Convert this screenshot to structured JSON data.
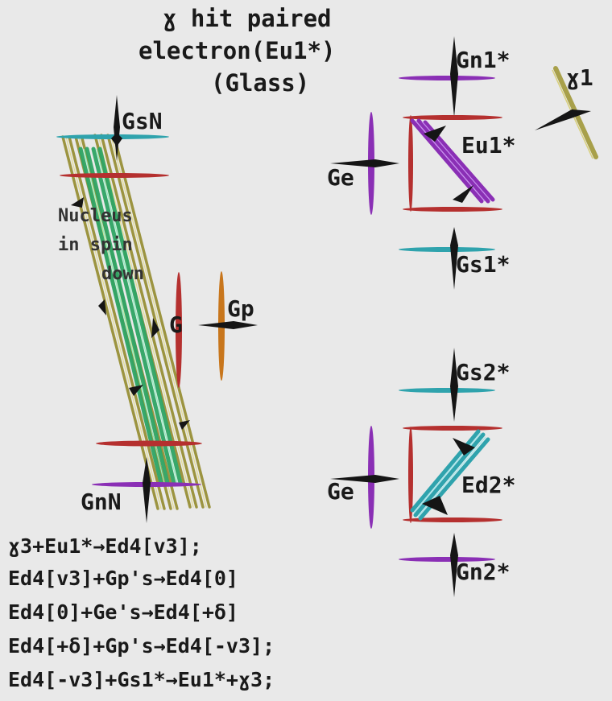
{
  "title": {
    "line1": "ɣ hit paired",
    "line2": "electron(Eu1*)",
    "line3": "(Glass)"
  },
  "labels": {
    "gsn": "GsN",
    "nucleus_line1": "Nucleus",
    "nucleus_line2": "in spin",
    "nucleus_line3": "down",
    "g": "G",
    "gp": "Gp",
    "gnn": "GnN",
    "gn1": "Gn1*",
    "gamma1": "ɣ1",
    "eu1": "Eu1*",
    "ge_top": "Ge",
    "gs1": "Gs1*",
    "gs2": "Gs2*",
    "ge_bottom": "Ge",
    "ed2": "Ed2*",
    "gn2": "Gn2*"
  },
  "equations": [
    "ɣ3+Eu1*→Ed4[v3];",
    "Ed4[v3]+Gp's→Ed4[0]",
    "Ed4[0]+Ge's→Ed4[+δ]",
    "Ed4[+δ]+Gp's→Ed4[-v3];",
    "Ed4[-v3]+Gs1*→Eu1*+ɣ3;"
  ],
  "colors": {
    "background": "#e9e9e9",
    "red": "#b5302f",
    "purple": "#8a2fb5",
    "teal": "#2fa3ad",
    "orange": "#c8761c",
    "olive": "#a8a04a",
    "green": "#2f9e63",
    "black_arrow": "#151515"
  }
}
